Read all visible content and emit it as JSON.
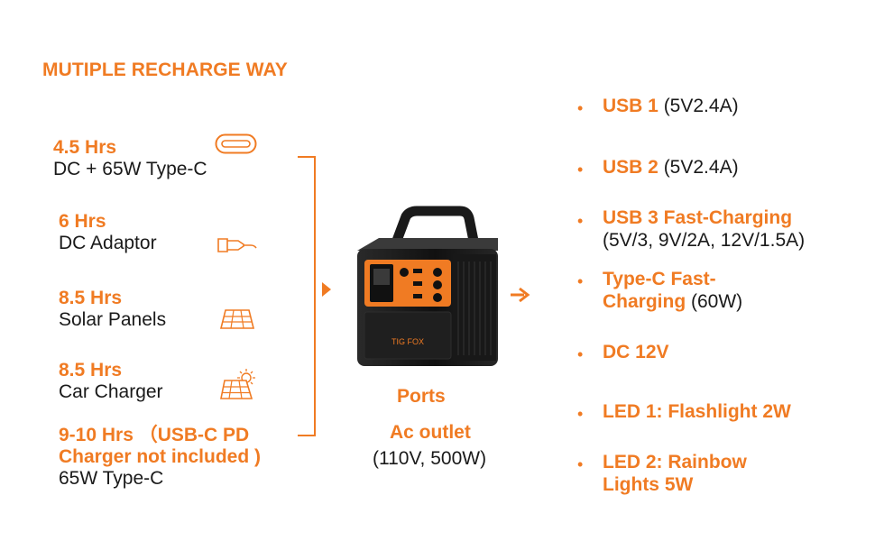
{
  "title": "MUTIPLE RECHARGE WAY",
  "recharge": [
    {
      "hours": "4.5 Hrs",
      "source": "DC + 65W Type-C",
      "icon": "usb-c-port-icon"
    },
    {
      "hours": "6 Hrs",
      "source": "DC Adaptor",
      "icon": "dc-plug-icon"
    },
    {
      "hours": "8.5 Hrs",
      "source": "Solar Panels",
      "icon": "solar-panel-icon"
    },
    {
      "hours": "8.5 Hrs",
      "source": "Car Charger",
      "icon": "sun-solar-panel-icon"
    },
    {
      "hours_line1": "9-10 Hrs （USB-C PD",
      "hours_line2": "Charger not included )",
      "source": " 65W Type-C"
    }
  ],
  "center": {
    "brand": "TIG FOX",
    "ports_label": "Ports",
    "ac_label": "Ac outlet",
    "ac_spec": "(110V, 500W)"
  },
  "outputs": {
    "usb1_name": "USB 1",
    "usb1_spec": " (5V2.4A)",
    "usb2_name": "USB 2",
    "usb2_spec": " (5V2.4A)",
    "usb3_name": "USB 3 Fast-Charging",
    "usb3_spec": "(5V/3, 9V/2A, 12V/1.5A)",
    "typec_line1": "Type-C Fast-",
    "typec_line2": "Charging",
    "typec_spec": " (60W)",
    "dc_name": "DC 12V",
    "led1_name": "LED 1: Flashlight 2W",
    "led2_line1": "LED 2: Rainbow",
    "led2_line2": "Lights 5W",
    "bullet": "•"
  },
  "colors": {
    "accent": "#f07b23",
    "text": "#1a1a1a",
    "device_body": "#1c1c1c"
  }
}
